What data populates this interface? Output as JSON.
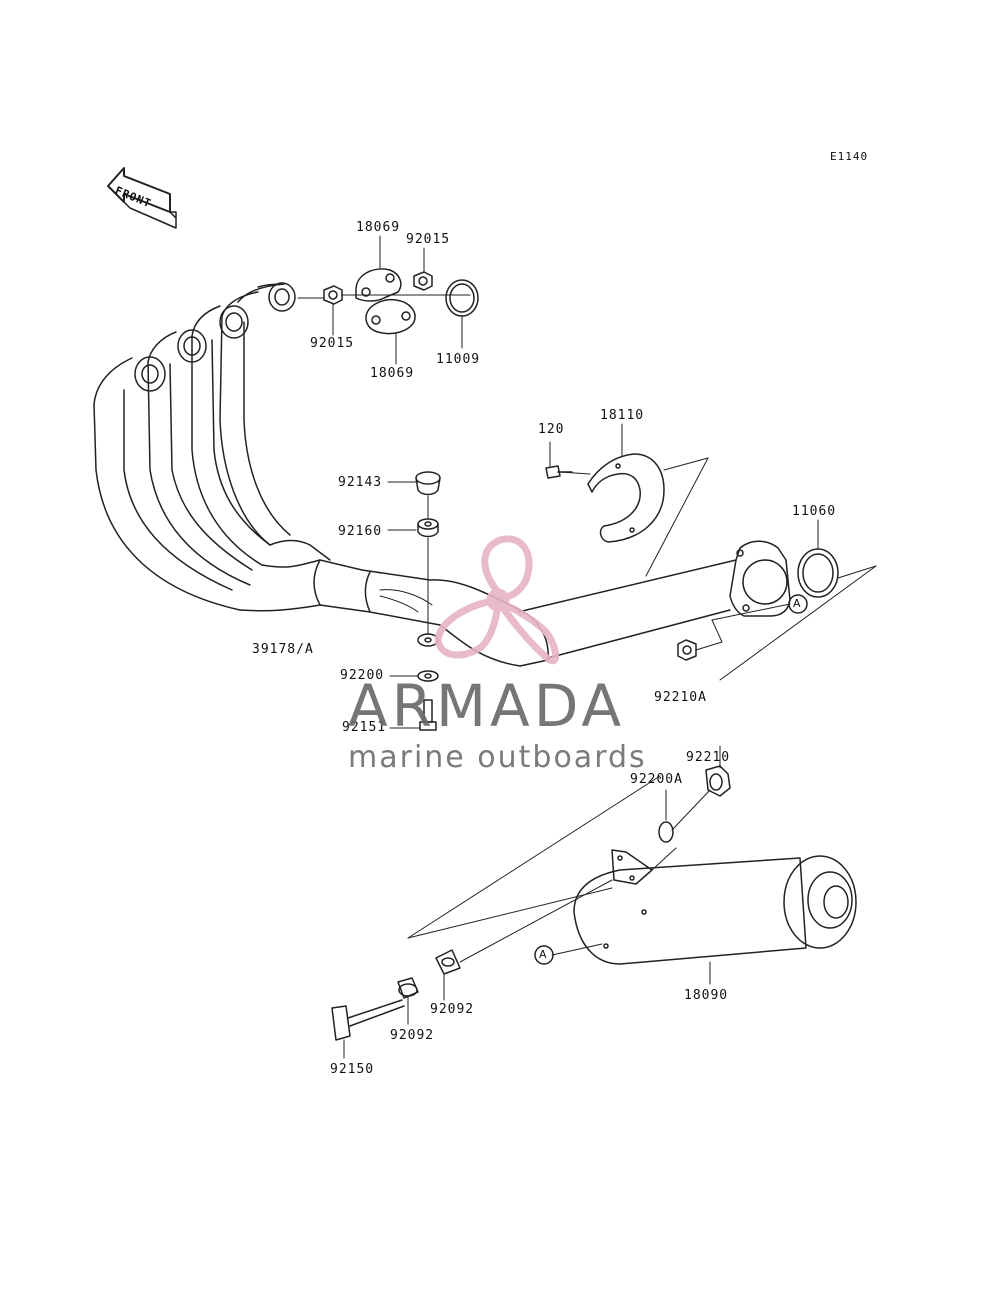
{
  "diagram_code": "E1140",
  "front_arrow_label": "FRONT",
  "watermark": {
    "title": "ARMADA",
    "subtitle": "marine outboards",
    "color_logo": "#e6b3c6",
    "color_text": "#6b6b6b"
  },
  "parts": {
    "p18069_top": "18069",
    "p92015_top": "92015",
    "p92015_left": "92015",
    "p11009": "11009",
    "p18069_bottom": "18069",
    "p120": "120",
    "p18110": "18110",
    "p92143": "92143",
    "p92160": "92160",
    "p11060": "11060",
    "p39178": "39178/A",
    "p92200": "92200",
    "p92210A": "92210A",
    "p92151": "92151",
    "p92210": "92210",
    "p92200A": "92200A",
    "p92092_right": "92092",
    "p92092_left": "92092",
    "p18090": "18090",
    "p92150": "92150"
  },
  "markers": {
    "a_upper": "A",
    "a_lower": "A"
  }
}
